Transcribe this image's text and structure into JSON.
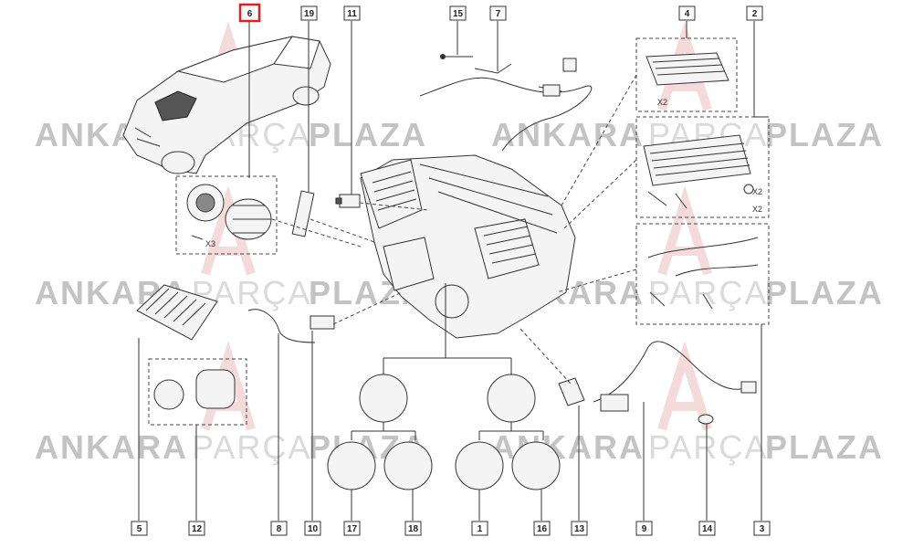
{
  "watermark": {
    "word1": "ANKARA",
    "word2": "PARÇA",
    "word3": "PLAZA",
    "colors": {
      "dark": "#bdbdbd",
      "light": "#d6d6d6",
      "logo": "#f3d6d6"
    }
  },
  "callouts": {
    "c6": "6",
    "c19": "19",
    "c11": "11",
    "c15": "15",
    "c7": "7",
    "c4": "4",
    "c2": "2",
    "c5": "5",
    "c12": "12",
    "c8": "8",
    "c10": "10",
    "c17": "17",
    "c18": "18",
    "c1": "1",
    "c16": "16",
    "c13": "13",
    "c9": "9",
    "c14": "14",
    "c3": "3"
  },
  "quantities": {
    "q_motor": "X3",
    "q_4": "X2",
    "q_2a": "X2",
    "q_2b": "X2"
  },
  "colors": {
    "highlight": "#e02020",
    "line": "#333333"
  }
}
